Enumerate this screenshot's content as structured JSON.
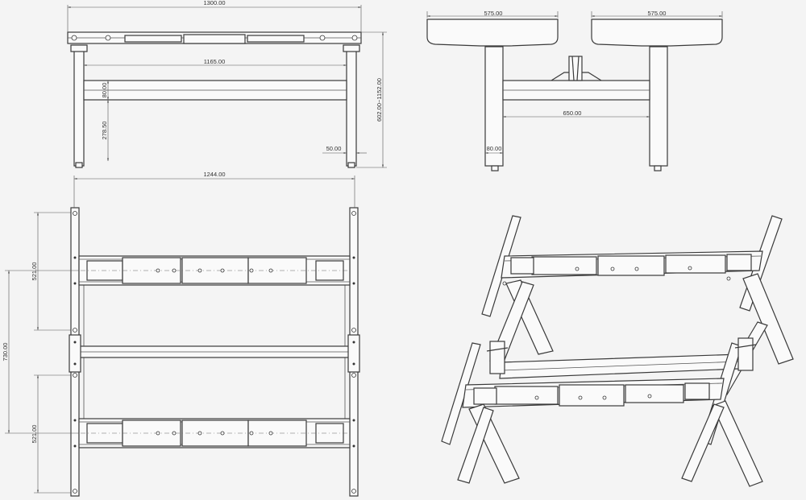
{
  "dimensions": {
    "front_width": "1300.00",
    "front_inner": "1165.00",
    "crossbar_height": "80.00",
    "crossbar_offset": "278.50",
    "leg_width": "50.00",
    "height_range": "602.00~1152.00",
    "side_top_left": "575.00",
    "side_top_right": "575.00",
    "side_inner": "650.00",
    "side_crossbar": "80.00",
    "plan_width": "1244.00",
    "plan_depth_upper": "521.00",
    "plan_total": "730.00",
    "plan_depth_lower": "521.00"
  },
  "colors": {
    "background": "#f4f4f4",
    "line": "#3a3a3a"
  }
}
